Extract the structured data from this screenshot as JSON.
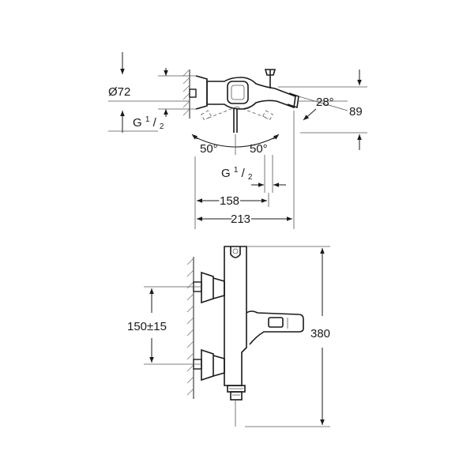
{
  "top_view": {
    "diameter_label": "Ø72",
    "thread_left": {
      "prefix": "G ",
      "num": "1",
      "den": "2"
    },
    "angle_left": "50°",
    "angle_right": "50°",
    "spout_angle": "28°",
    "height_label": "89",
    "thread_bottom": {
      "prefix": "G ",
      "num": "1",
      "den": "2"
    },
    "dim_158": "158",
    "dim_213": "213"
  },
  "front_view": {
    "center_distance": "150±15",
    "height_label": "380"
  }
}
